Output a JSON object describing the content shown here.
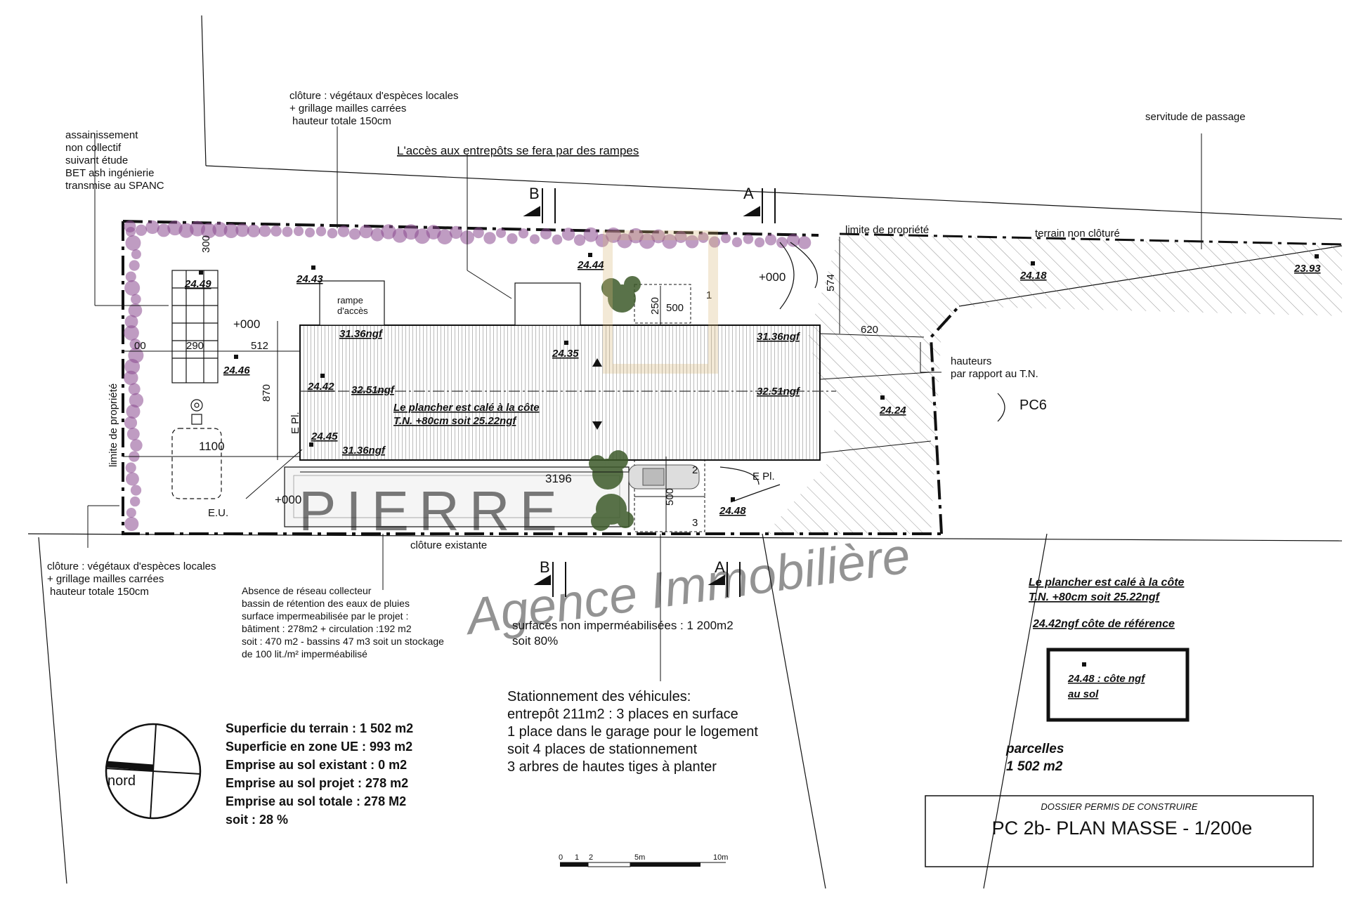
{
  "annotations": {
    "cloture_nord": [
      "clôture : végétaux d'espèces locales",
      "+ grillage mailles carrées",
      " hauteur totale 150cm"
    ],
    "assainissement": [
      "assainissement",
      "non collectif",
      "suivant étude",
      "BET ash ingénierie",
      "transmise au SPANC"
    ],
    "acces_rampes": "L'accès aux entrepôts se fera par des rampes",
    "servitude": "servitude de passage",
    "limite_propriete_nord": "limite de propriété",
    "terrain_non_cloture": "terrain non clôturé",
    "limite_propriete_ouest": "limite de propriété",
    "hauteurs": [
      "hauteurs",
      "par rapport au T.N."
    ],
    "pc6": "PC6",
    "cloture_existante": "clôture existante",
    "cloture_sud": [
      "clôture : végétaux d'espèces locales",
      "+ grillage mailles carrées",
      " hauteur totale 150cm"
    ],
    "reseau": [
      "Absence de réseau collecteur",
      "bassin de rétention des eaux de pluies",
      "surface impermeabilisée par le projet :",
      "bâtiment : 278m2 + circulation :192 m2",
      "soit : 470 m2 - bassins 47 m3 soit un stockage",
      "de 100 lit./m² imperméabilisé"
    ],
    "surfaces": [
      "surfaces non imperméabilisées : 1 200m2",
      "soit 80%"
    ],
    "stationnement": [
      "Stationnement des véhicules:",
      "entrepôt 211m2 : 3 places en surface",
      "1 place dans le garage pour le logement",
      "soit 4 places de stationnement",
      "3 arbres de hautes tiges à planter"
    ],
    "plancher_right": [
      "Le plancher est calé à la côte",
      "T.N. +80cm soit 25.22ngf"
    ],
    "cote_reference": "24.42ngf côte de référence",
    "legend_box": [
      "24.48 : côte ngf",
      "au sol"
    ],
    "parcelles": [
      "parcelles",
      "1 502 m2"
    ],
    "rampe": [
      "rampe",
      "d'accès"
    ],
    "plancher_plan": [
      "Le plancher est calé à la côte",
      "T.N. +80cm soit 25.22ngf"
    ],
    "eu": "E.U.",
    "epl_vertical": "E Pl.",
    "epl_horizontal": "E Pl.",
    "nord": "nord"
  },
  "section_markers": {
    "A": "A",
    "B": "B"
  },
  "levels": {
    "l2443": "24.43",
    "l2449": "24.49",
    "l2444": "24.44",
    "l2446": "24.46",
    "l2435": "24.35",
    "l2442": "24.42",
    "l2445": "24.45",
    "l2418": "24.18",
    "l2393": "23.93",
    "l2424": "24.24",
    "l2448": "24.48",
    "ngf1": "31.36ngf",
    "ngf2": "31.36ngf",
    "ngf3": "32.51ngf",
    "ngf4": "32.51ngf",
    "ngf5": "31.36ngf"
  },
  "dimensions": {
    "d300": "300",
    "d290": "290",
    "d512": "512",
    "d870": "870",
    "d1100": "1100",
    "d3196": "3196",
    "d250": "250",
    "d500a": "500",
    "d500b": "500",
    "d574": "574",
    "d620": "620",
    "d00": "00",
    "p000a": "+000",
    "p000b": "+000",
    "p000c": "+000",
    "n1": "1",
    "n2": "2",
    "n3": "3"
  },
  "summary": [
    "Superficie du terrain : 1 502 m2",
    "Superficie en zone UE : 993 m2",
    "Emprise au sol existant : 0 m2",
    "Emprise au sol projet : 278 m2",
    "Emprise au sol totale : 278 M2",
    "soit : 28 %"
  ],
  "title_block": {
    "subtitle": "DOSSIER PERMIS DE CONSTRUIRE",
    "title": "PC 2b- PLAN MASSE - 1/200e"
  },
  "scale_bar": {
    "ticks": [
      "0",
      "1",
      "2",
      "5m",
      "10m"
    ]
  },
  "watermark": {
    "brand": "PIERRE",
    "agency": "Agence Immobilière"
  },
  "colors": {
    "line": "#111111",
    "hedge": "#8a4a8f",
    "tree": "#3d5a2a",
    "watermark": "#d7b676"
  }
}
